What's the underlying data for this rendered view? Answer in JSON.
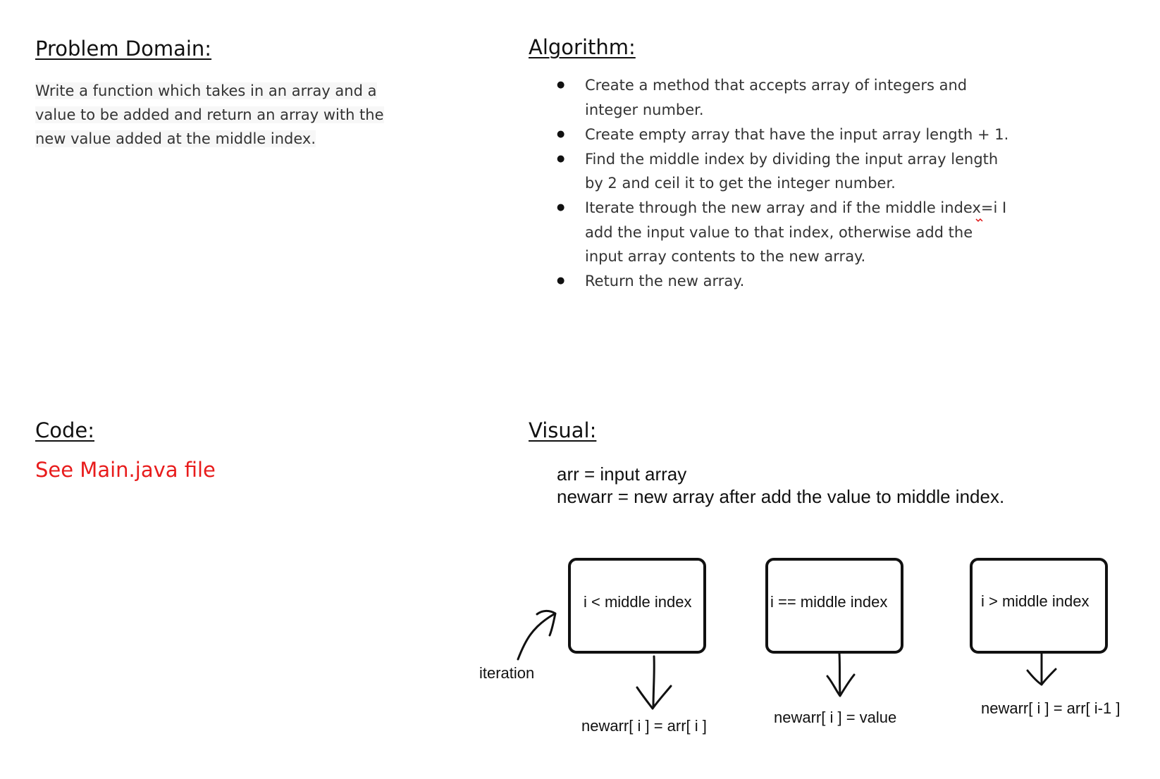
{
  "problem": {
    "heading": "Problem Domain:",
    "lines": [
      "Write a function which takes in an array and a",
      "value to be added and return an array with the",
      "new value added at the middle index."
    ]
  },
  "algorithm": {
    "heading": "Algorithm:",
    "steps": [
      "Create a method that accepts array of integers and integer number.",
      "Create empty array that have the input array length + 1.",
      "Find the middle index by dividing the input array length by 2 and ceil it to get the integer number.",
      "Iterate through the new array and if the middle index=i I add the input value to that index, otherwise add the input array contents to the new array.",
      "Return the new array."
    ]
  },
  "code": {
    "heading": "Code:",
    "text": "See Main.java file",
    "color": "#e81c1c"
  },
  "visual": {
    "heading": "Visual:",
    "legend": [
      "arr = input array",
      "newarr = new array after add the value to middle index."
    ],
    "iteration_label": "iteration",
    "boxes": [
      {
        "label": "i < middle index",
        "result": "newarr[ i ] = arr[ i ]"
      },
      {
        "label": "i  == middle index",
        "result": "newarr[ i ] = value"
      },
      {
        "label": "i > middle index",
        "result": "newarr[ i ] = arr[ i-1 ]"
      }
    ]
  }
}
